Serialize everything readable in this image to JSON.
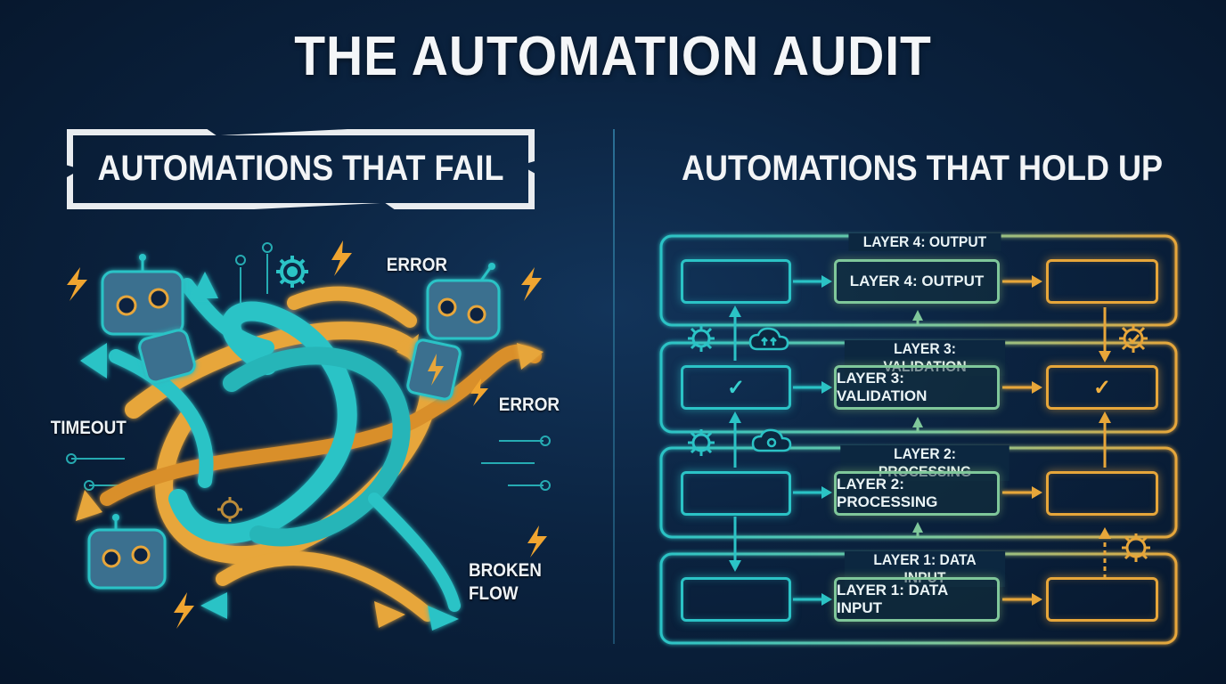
{
  "title": "THE AUTOMATION AUDIT",
  "left": {
    "heading": "AUTOMATIONS THAT FAIL",
    "labels": {
      "error_top": "ERROR",
      "error_right": "ERROR",
      "timeout": "TIMEOUT",
      "broken_flow": "BROKEN FLOW"
    }
  },
  "right": {
    "heading": "AUTOMATIONS THAT HOLD UP",
    "layers": [
      {
        "band_label": "LAYER 4: OUTPUT",
        "box_label": "LAYER 4: OUTPUT"
      },
      {
        "band_label": "LAYER 3: VALIDATION",
        "box_label": "LAYER 3: VALIDATION"
      },
      {
        "band_label": "LAYER 2: PROCESSING",
        "box_label": "LAYER 2: PROCESSING"
      },
      {
        "band_label": "LAYER 1: DATA INPUT",
        "box_label": "LAYER 1: DATA INPUT"
      }
    ],
    "check_symbol": "✓"
  },
  "colors": {
    "teal": "#2bc3c6",
    "amber": "#e7a63a",
    "background": "#0b2340"
  },
  "icons": [
    "robot-icon",
    "gear-icon",
    "lightning-icon",
    "cloud-icon",
    "checkmark-icon"
  ]
}
